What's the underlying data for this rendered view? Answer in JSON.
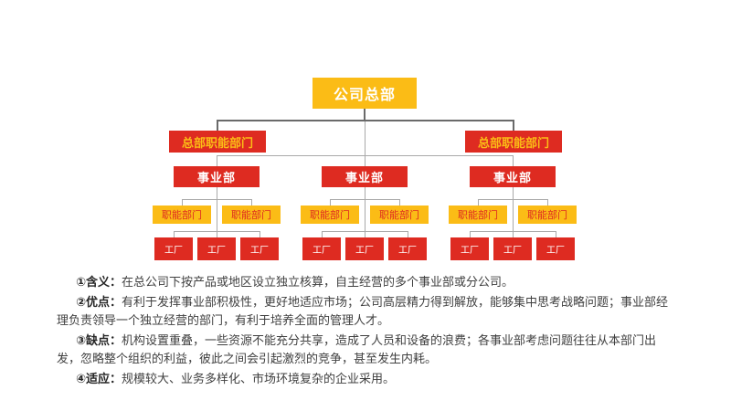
{
  "colors": {
    "red": "#de2b21",
    "gold": "#fbbc16",
    "connector_dark": "#6a6a6a",
    "connector_light": "#a9a9a9",
    "body_text": "#404040"
  },
  "org_chart": {
    "root": {
      "label": "公司总部"
    },
    "hq_departments": [
      {
        "label": "总部职能部门"
      },
      {
        "label": "总部职能部门"
      }
    ],
    "divisions": [
      {
        "label": "事业部",
        "functions": [
          {
            "label": "职能部门"
          },
          {
            "label": "职能部门"
          }
        ],
        "factories": [
          {
            "label": "工厂"
          },
          {
            "label": "工厂"
          },
          {
            "label": "工厂"
          }
        ]
      },
      {
        "label": "事业部",
        "functions": [
          {
            "label": "职能部门"
          },
          {
            "label": "职能部门"
          }
        ],
        "factories": [
          {
            "label": "工厂"
          },
          {
            "label": "工厂"
          },
          {
            "label": "工厂"
          }
        ]
      },
      {
        "label": "事业部",
        "functions": [
          {
            "label": "职能部门"
          },
          {
            "label": "职能部门"
          }
        ],
        "factories": [
          {
            "label": "工厂"
          },
          {
            "label": "工厂"
          },
          {
            "label": "工厂"
          }
        ]
      }
    ]
  },
  "notes": [
    {
      "label": "①含义：",
      "text": "在总公司下按产品或地区设立独立核算，自主经营的多个事业部或分公司。"
    },
    {
      "label": "②优点：",
      "text": "有利于发挥事业部积极性，更好地适应市场；公司高层精力得到解放，能够集中思考战略问题；事业部经理负责领导一个独立经营的部门，有利于培养全面的管理人才。"
    },
    {
      "label": "③缺点：",
      "text": "机构设置重叠，一些资源不能充分共享，造成了人员和设备的浪费；各事业部考虑问题往往从本部门出发，忽略整个组织的利益，彼此之间会引起激烈的竞争，甚至发生内耗。"
    },
    {
      "label": "④适应：",
      "text": "规模较大、业务多样化、市场环境复杂的企业采用。"
    }
  ]
}
